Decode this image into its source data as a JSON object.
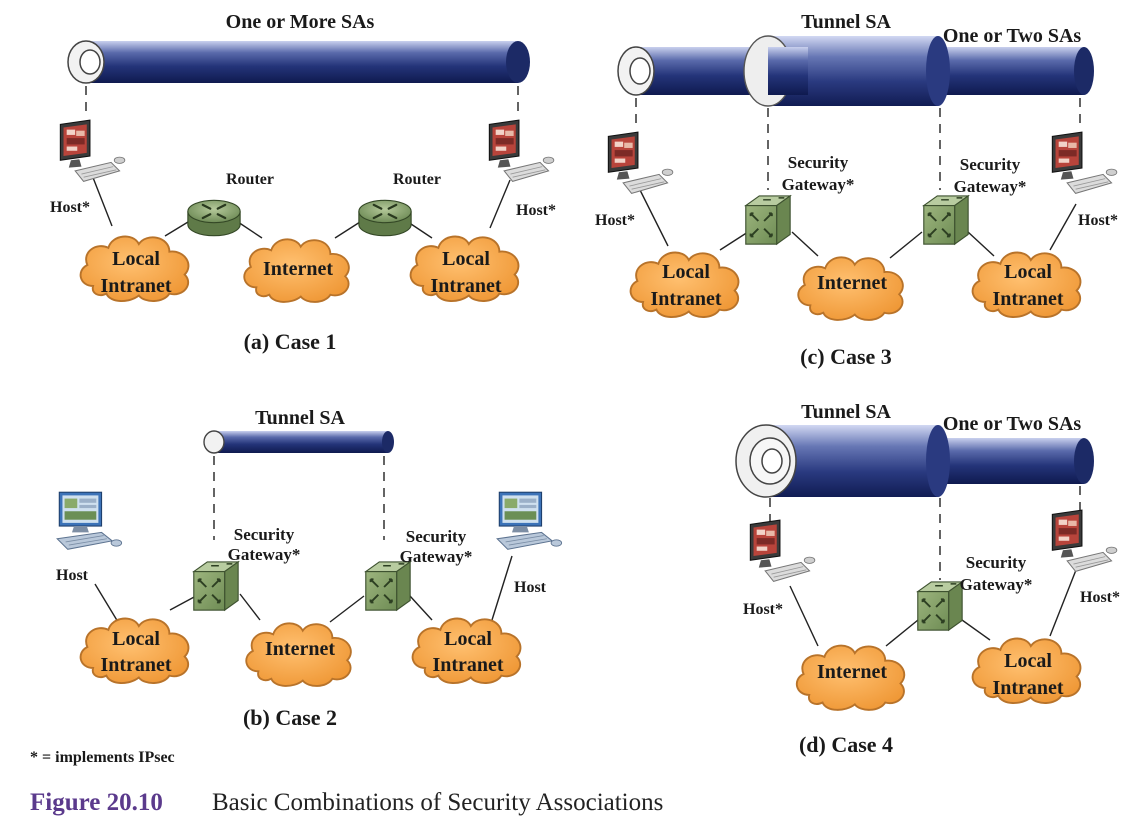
{
  "cases": {
    "case1": {
      "caption": "(a) Case 1",
      "sa_label": "One or More SAs",
      "host_left": "Host*",
      "host_right": "Host*",
      "router_left": "Router",
      "router_right": "Router",
      "cloud_left": [
        "Local",
        "Intranet"
      ],
      "cloud_mid": [
        "Internet"
      ],
      "cloud_right": [
        "Local",
        "Intranet"
      ]
    },
    "case2": {
      "caption": "(b) Case 2",
      "sa_label": "Tunnel SA",
      "host_left": "Host",
      "host_right": "Host",
      "gw_left": [
        "Security",
        "Gateway*"
      ],
      "gw_right": [
        "Security",
        "Gateway*"
      ],
      "cloud_left": [
        "Local",
        "Intranet"
      ],
      "cloud_mid": [
        "Internet"
      ],
      "cloud_right": [
        "Local",
        "Intranet"
      ]
    },
    "case3": {
      "caption": "(c) Case 3",
      "sa_label_tunnel": "Tunnel SA",
      "sa_label_inner": "One or Two SAs",
      "host_left": "Host*",
      "host_right": "Host*",
      "gw_left": [
        "Security",
        "Gateway*"
      ],
      "gw_right": [
        "Security",
        "Gateway*"
      ],
      "cloud_left": [
        "Local",
        "Intranet"
      ],
      "cloud_mid": [
        "Internet"
      ],
      "cloud_right": [
        "Local",
        "Intranet"
      ]
    },
    "case4": {
      "caption": "(d) Case 4",
      "sa_label_tunnel": "Tunnel SA",
      "sa_label_inner": "One or Two SAs",
      "host_left": "Host*",
      "host_right": "Host*",
      "gw": [
        "Security",
        "Gateway*"
      ],
      "cloud_left": [
        "Internet"
      ],
      "cloud_right": [
        "Local",
        "Intranet"
      ]
    }
  },
  "footnote": "* = implements IPsec",
  "figure": {
    "number": "Figure 20.10",
    "title": "Basic Combinations of Security Associations"
  },
  "colors": {
    "tube_dark": "#1f2d6b",
    "tube_light": "#9aa6d6",
    "cloud_fill": "#f4a340",
    "cloud_stroke": "#b8732a",
    "gateway_fill": "#8aa86a",
    "router_fill": "#7e9a62",
    "figure_number": "#5b3a8c"
  }
}
